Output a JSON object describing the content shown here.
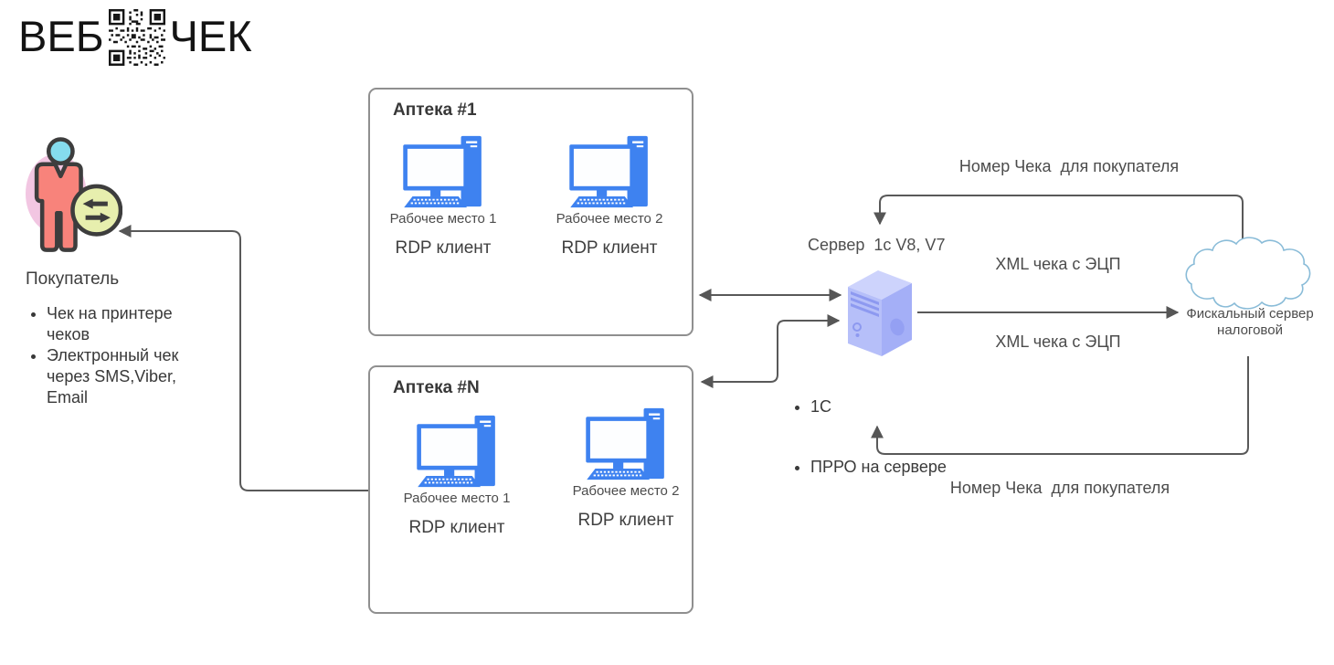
{
  "logo": {
    "left": "ВЕБ",
    "right": "ЧЕК"
  },
  "buyer": {
    "title": "Покупатель",
    "bullets": [
      "Чек на принтере чеков",
      "Электронный чек через SMS,Viber, Email"
    ]
  },
  "pharmacies": [
    {
      "title": "Аптека #1",
      "workstations": [
        {
          "name": "Рабочее место 1",
          "client": "RDP клиент"
        },
        {
          "name": "Рабочее место 2",
          "client": "RDP клиент"
        }
      ]
    },
    {
      "title": "Аптека #N",
      "workstations": [
        {
          "name": "Рабочее место 1",
          "client": "RDP клиент"
        },
        {
          "name": "Рабочее место 2",
          "client": "RDP клиент"
        }
      ]
    }
  ],
  "server": {
    "title": "Сервер  1с V8, V7",
    "bullets": [
      "1С",
      "ПРРО на сервере"
    ]
  },
  "cloud": {
    "label": "Фискальный сервер налоговой"
  },
  "flows": {
    "receipt_top": "Номер Чека  для покупателя",
    "xml_top": "XML чека с ЭЦП",
    "xml_bottom": "XML чека с ЭЦП",
    "receipt_bottom": "Номер Чека  для покупателя"
  },
  "colors": {
    "computer_blue": "#3e82f0",
    "server_purple": "#b6bff9",
    "person_body": "#f8837b",
    "person_head": "#85dcee",
    "swap_circle": "#e7efae",
    "pink_ellipse": "#f2c6e2",
    "cloud_stroke": "#8abcd8",
    "connector": "#595959",
    "box_border": "#8f8f8f"
  }
}
